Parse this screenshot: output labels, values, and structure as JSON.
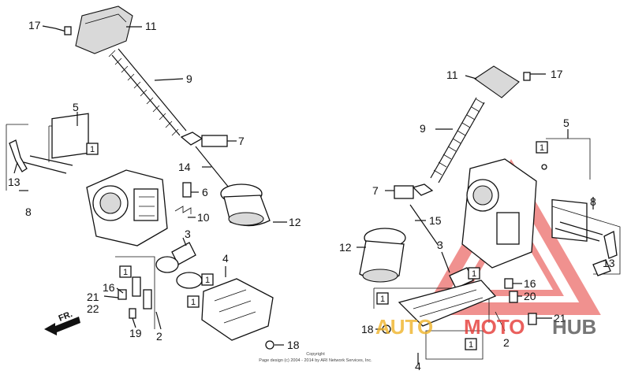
{
  "callouts": {
    "n1": "1",
    "n2": "2",
    "n3": "3",
    "n4": "4",
    "n5": "5",
    "n6": "6",
    "n7": "7",
    "n8": "8",
    "n9": "9",
    "n10": "10",
    "n11": "11",
    "n12": "12",
    "n13": "13",
    "n14": "14",
    "n15": "15",
    "n16": "16",
    "n17": "17",
    "n18": "18",
    "n19": "19",
    "n20": "20",
    "n21": "21",
    "n22": "22"
  },
  "direction_label": "FR.",
  "copyright": {
    "line1": "Copyright",
    "line2": "Page design (c) 2004 - 2014 by ARI Network Services, Inc."
  },
  "watermark": {
    "part1": "AUTO",
    "part2": "MOTO",
    "part3": "HUB",
    "colors": {
      "auto": "#f0b429",
      "moto": "#e53935",
      "hub": "#555555"
    }
  },
  "icons": [
    "arrow-left-icon",
    "triangle-logo-icon"
  ]
}
